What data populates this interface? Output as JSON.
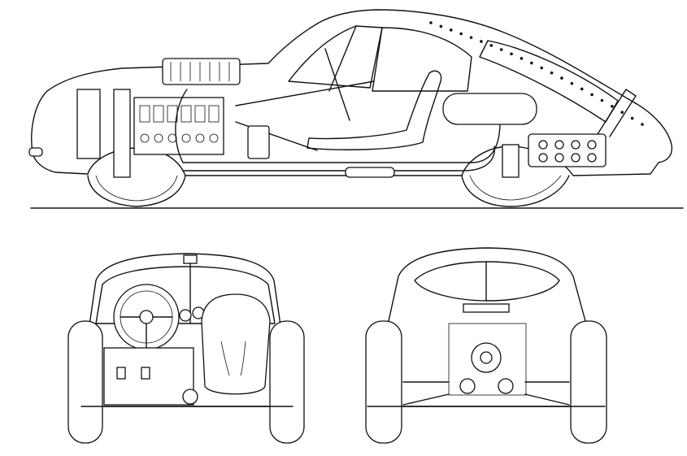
{
  "drawing": {
    "views": [
      {
        "id": "side",
        "name": "side-cutaway-view"
      },
      {
        "id": "front",
        "name": "front-view"
      },
      {
        "id": "rear",
        "name": "rear-view"
      }
    ],
    "ink": "#111111",
    "paper": "#ffffff"
  }
}
